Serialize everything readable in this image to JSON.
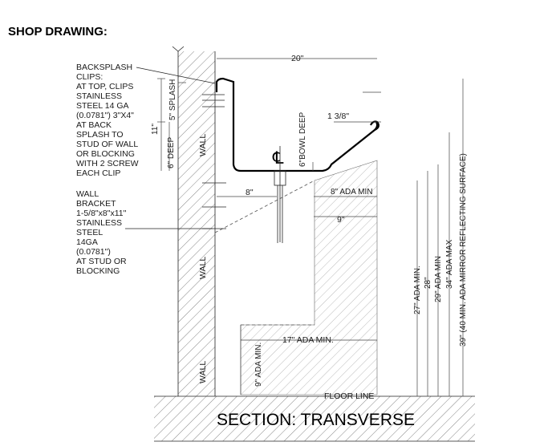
{
  "header": {
    "title": "SHOP DRAWING:"
  },
  "notes": {
    "backsplash_clips": [
      "BACKSPLASH",
      "CLIPS:",
      "AT TOP, CLIPS",
      "STAINLESS",
      "STEEL 14 GA",
      "(0.0781\") 3\"X4\"",
      "AT BACK",
      "SPLASH TO",
      "STUD OF WALL",
      "OR BLOCKING",
      "WITH 2 SCREW",
      "EACH CLIP"
    ],
    "wall_bracket": [
      "WALL",
      "BRACKET",
      "1-5/8\"x8\"x11\"",
      "STAINLESS",
      "STEEL",
      "14GA",
      "(0.0781\")",
      "AT STUD OR",
      "BLOCKING"
    ]
  },
  "wall_labels": {
    "upper": "WALL",
    "middle": "WALL",
    "lower": "WALL"
  },
  "dimensions": {
    "width": "20\"",
    "rim": "1 3/8\"",
    "splash": "5\" SPLASH",
    "deep_total": "11\"",
    "deep_6": "6\" DEEP",
    "bowl_deep": "6\"BOWL DEEP",
    "bracket": "8\"",
    "ada_8": "8\" ADA MIN",
    "ada_9": "9\"",
    "knee_17": "17\" ADA MIN.",
    "toe_9": "9\" ADA MIN.",
    "h27": "27\" ADA MIN.",
    "h28": "28\"",
    "h29": "29\" ADA MIN",
    "h34": "34\" ADA MAX",
    "h39": "39\" (40 MIN. ADA MIRROR REFLECTING SURFACE)"
  },
  "floor_label": "FLOOR LINE",
  "centerline_symbol": "℄",
  "section_title": "SECTION: TRANSVERSE"
}
